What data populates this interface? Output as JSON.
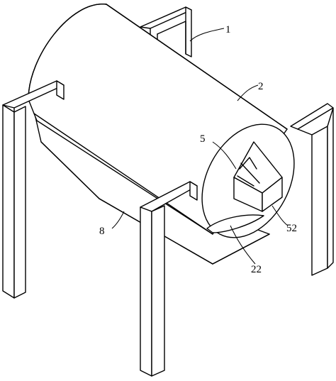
{
  "labels": {
    "frame": "1",
    "drum": "2",
    "box": "5",
    "opening": "22",
    "box_part": "52",
    "hopper": "8"
  },
  "colors": {
    "line": "#000000",
    "background": "#ffffff"
  }
}
